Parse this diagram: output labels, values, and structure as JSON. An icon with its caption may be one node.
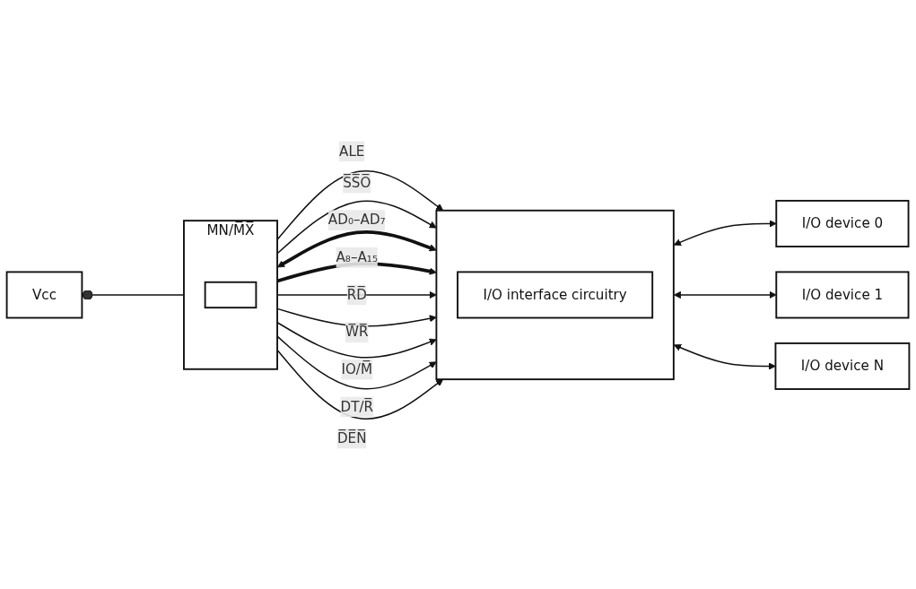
{
  "diagram": {
    "nodes": [
      {
        "text": [
          "MN/M̅X̅"
        ]
      },
      {
        "text": [],
        "shape": "box",
        "in": 0
      },
      {
        "text": [],
        "shape": "box"
      },
      {
        "text": [
          "I/O interface circuitry"
        ],
        "in": 2
      },
      {
        "text": [
          "I/O device 0"
        ]
      },
      {
        "text": [
          "I/O device 1"
        ]
      },
      {
        "text": [
          "I/O device N"
        ]
      },
      {
        "text": [
          "Vcc"
        ]
      }
    ],
    "edges": [
      {
        "from": 0,
        "to": 2,
        "arrow": "to",
        "label": "ALE"
      },
      {
        "from": 0,
        "to": 2,
        "arrow": "to",
        "label": "S̅S̅O̅"
      },
      {
        "from": 0,
        "to": 2,
        "arrow": "both",
        "label": "AD₀–AD₇",
        "style": "thick"
      },
      {
        "from": 0,
        "to": 2,
        "arrow": "to",
        "label": "A₈–A₁₅",
        "style": "thick"
      },
      {
        "from": 0,
        "to": 2,
        "arrow": "to",
        "label": "R̅D̅"
      },
      {
        "from": 0,
        "to": 2,
        "arrow": "to",
        "label": "W̅R̅"
      },
      {
        "from": 0,
        "to": 2,
        "arrow": "to",
        "label": "IO/M̅"
      },
      {
        "from": 0,
        "to": 2,
        "arrow": "to",
        "label": "DT/R̅"
      },
      {
        "from": 0,
        "to": 2,
        "arrow": "to",
        "label": "D̅E̅N̅"
      },
      {
        "from": 2,
        "to": 4,
        "arrow": "both"
      },
      {
        "from": 2,
        "to": 5,
        "arrow": "both"
      },
      {
        "from": 2,
        "to": 6,
        "arrow": "both"
      },
      {
        "from": 7,
        "to": 0,
        "arrow": "other"
      }
    ]
  }
}
